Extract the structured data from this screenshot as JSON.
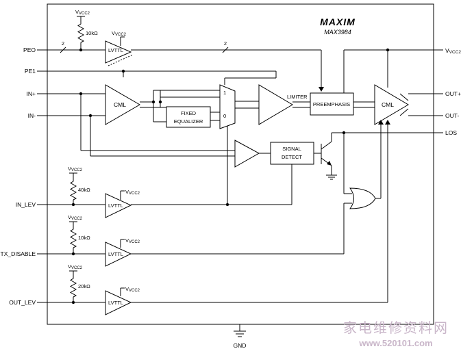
{
  "logo": "MAXIM",
  "part_number": "MAX3984",
  "pins": {
    "peo": "PEO",
    "pe1": "PE1",
    "in_plus": "IN+",
    "in_minus": "IN-",
    "in_lev": "IN_LEV",
    "tx_disable": "TX_DISABLE",
    "out_lev": "OUT_LEV",
    "vcc2_out": "VCC2",
    "out_plus": "OUT+",
    "out_minus": "OUT-",
    "los": "LOS",
    "gnd": "GND"
  },
  "blocks": {
    "cml_in": "CML",
    "cml_out": "CML",
    "lvttl": "LVTTL",
    "fixed_equalizer_line1": "FIXED",
    "fixed_equalizer_line2": "EQUALIZER",
    "limiter": "LIMITER",
    "preemphasis": "PREEMPHASIS",
    "signal_detect_line1": "SIGNAL",
    "signal_detect_line2": "DETECT",
    "mux_in1": "1",
    "mux_in0": "0"
  },
  "supply": "VCC2",
  "resistors": {
    "r_peo": "10kΩ",
    "r_in_lev": "40kΩ",
    "r_tx_disable": "10kΩ",
    "r_out_lev": "20kΩ"
  },
  "bus_width_label": "2",
  "watermark": {
    "chinese": "家电维修资料网",
    "url": "www.520101.com"
  }
}
